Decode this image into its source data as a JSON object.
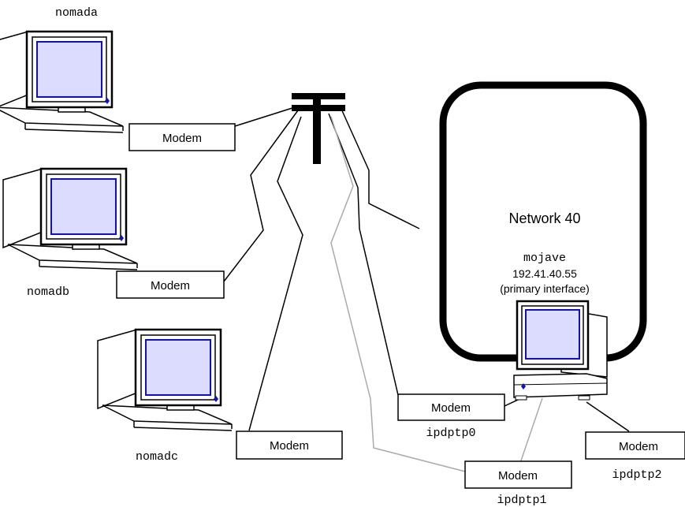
{
  "hosts": {
    "nomada": "nomada",
    "nomadb": "nomadb",
    "nomadc": "nomadc"
  },
  "modem_label": "Modem",
  "interfaces": {
    "ipdptp0": "ipdptp0",
    "ipdptp1": "ipdptp1",
    "ipdptp2": "ipdptp2"
  },
  "network": {
    "name": "Network 40",
    "server_name": "mojave",
    "server_ip": "192.41.40.55",
    "server_note": "(primary interface)"
  },
  "colors": {
    "screen_fill": "#dcdcff",
    "screen_border": "#1010c0",
    "link_gray": "#aaaaaa",
    "ink": "#000000",
    "paper": "#ffffff"
  },
  "icons": {
    "telephone_pole": "telephone-pole-icon",
    "computer": "computer-icon"
  }
}
